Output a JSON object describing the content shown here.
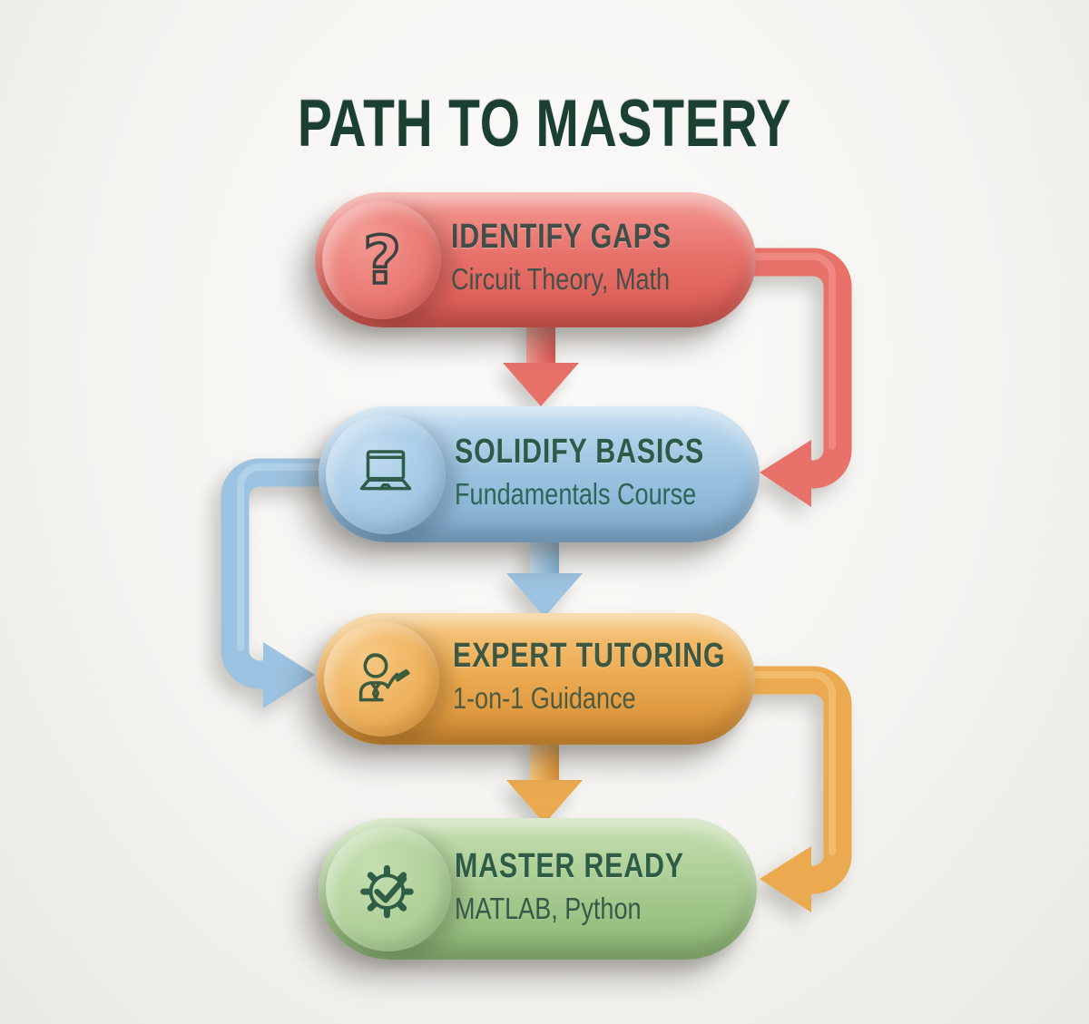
{
  "title": "PATH TO MASTERY",
  "title_color": "#1b3f31",
  "background_color": "#f5f4f1",
  "steps": [
    {
      "label": "IDENTIFY GAPS",
      "sublabel": "Circuit Theory, Math",
      "icon": "question-mark-icon",
      "colors": {
        "base": "#e8716a",
        "light": "#f29a93",
        "dark": "#d6564f",
        "heading": "#414d49",
        "subtitle": "#474f49",
        "icon": "#3a4340"
      }
    },
    {
      "label": "SOLIDIFY BASICS",
      "sublabel": "Fundamentals Course",
      "icon": "laptop-icon",
      "colors": {
        "base": "#9cc3e1",
        "light": "#c2dcf0",
        "dark": "#7fabce",
        "heading": "#2e5a4a",
        "subtitle": "#2f6558",
        "icon": "#2e5d4b"
      }
    },
    {
      "label": "EXPERT TUTORING",
      "sublabel": "1-on-1 Guidance",
      "icon": "tutor-icon",
      "colors": {
        "base": "#ecaa50",
        "light": "#f6c983",
        "dark": "#d48c32",
        "heading": "#3d5741",
        "subtitle": "#4c5b42",
        "icon": "#3c5a3e"
      }
    },
    {
      "label": "MASTER READY",
      "sublabel": "MATLAB, Python",
      "icon": "gear-check-icon",
      "colors": {
        "base": "#a9cc92",
        "light": "#c6dfb1",
        "dark": "#8bb673",
        "heading": "#2e5c45",
        "subtitle": "#36594a",
        "icon": "#2f5d46"
      }
    }
  ],
  "connectors": [
    {
      "from": "IDENTIFY GAPS",
      "to": "SOLIDIFY BASICS",
      "side": "right",
      "color": "#e8716a"
    },
    {
      "from": "SOLIDIFY BASICS",
      "to": "EXPERT TUTORING",
      "side": "left",
      "color": "#9cc3e1"
    },
    {
      "from": "EXPERT TUTORING",
      "to": "MASTER READY",
      "side": "right",
      "color": "#ecaa50"
    }
  ],
  "down_arrows": [
    {
      "from": "IDENTIFY GAPS",
      "to": "SOLIDIFY BASICS",
      "color": "#e8716a"
    },
    {
      "from": "SOLIDIFY BASICS",
      "to": "EXPERT TUTORING",
      "color": "#9cc3e1"
    },
    {
      "from": "EXPERT TUTORING",
      "to": "MASTER READY",
      "color": "#ecaa50"
    }
  ]
}
